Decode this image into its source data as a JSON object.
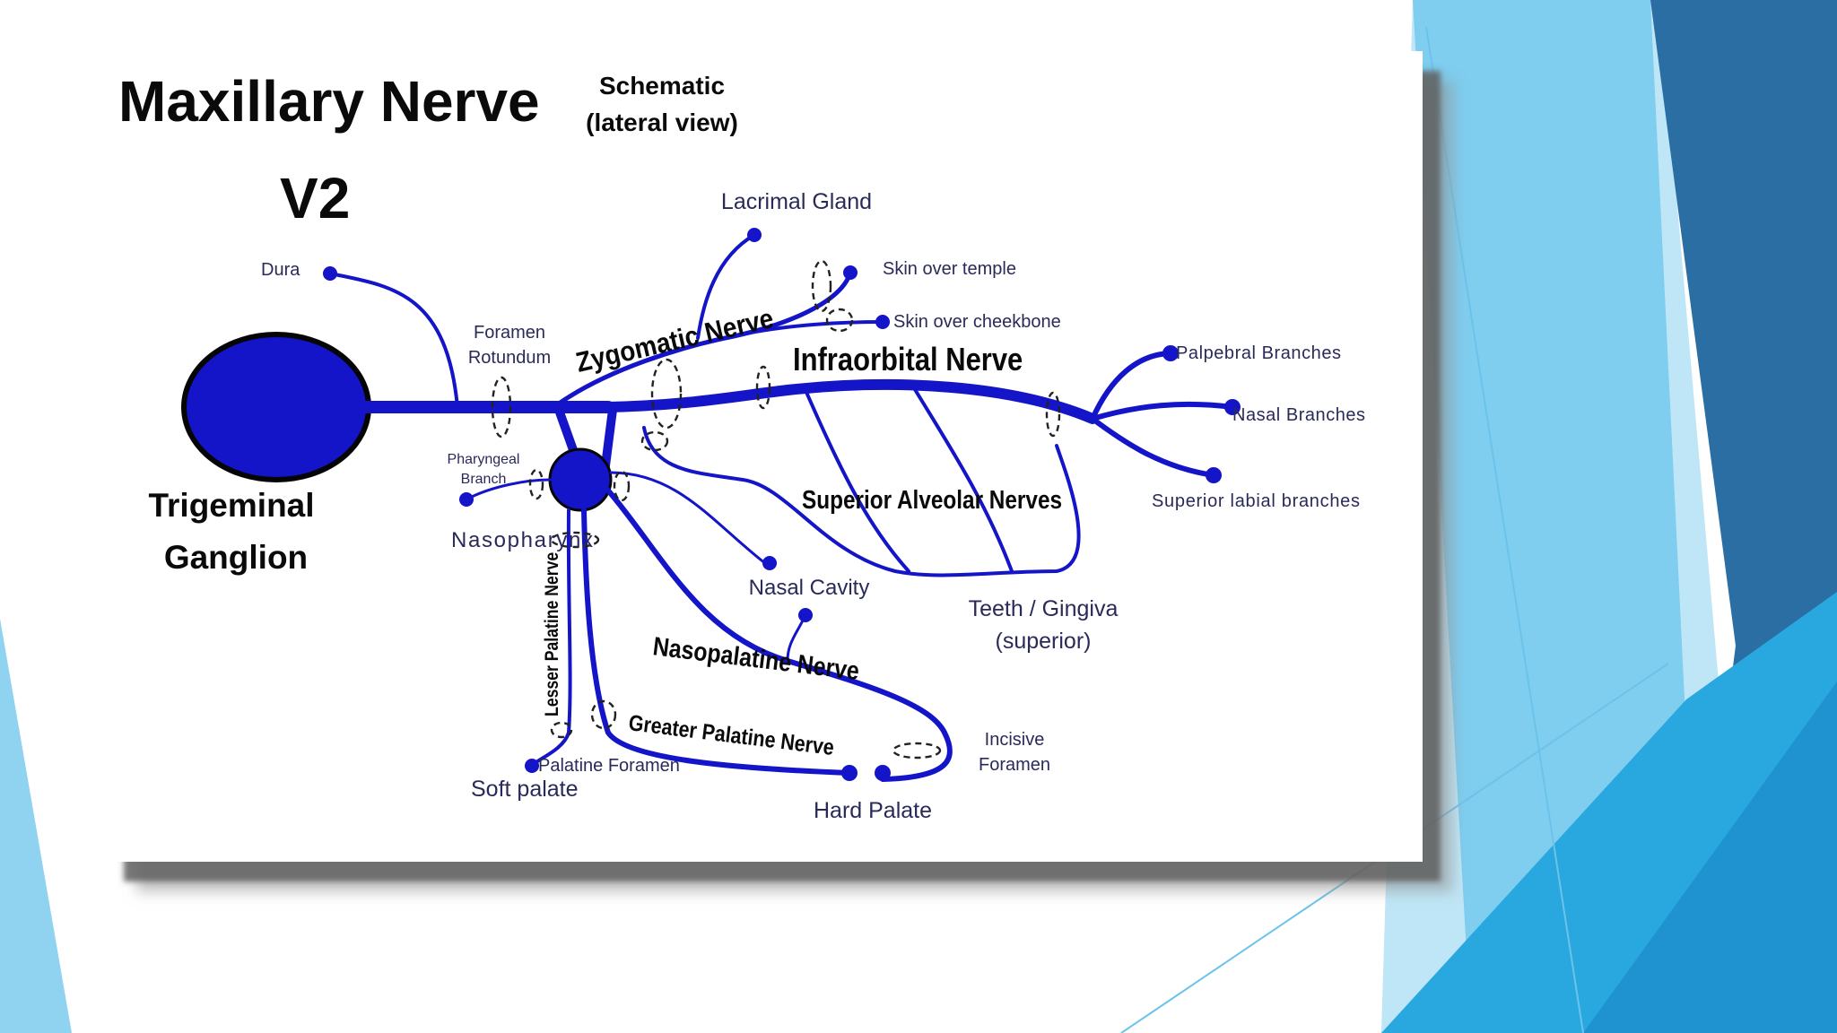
{
  "colors": {
    "nerve": "#1414c8",
    "heading": "#0a0a0a",
    "label": "#2a2a5a",
    "accent_light": "#7fcdef",
    "accent_mid": "#29a8e0",
    "accent_dark": "#2a6ea3"
  },
  "diagram": {
    "title_line1": "Maxillary Nerve",
    "title_line2": "V2",
    "subtitle_line1": "Schematic",
    "subtitle_line2": "(lateral view)",
    "ganglion_label_line1": "Trigeminal",
    "ganglion_label_line2": "Ganglion",
    "nerves": {
      "zygomatic": "Zygomatic Nerve",
      "infraorbital": "Infraorbital Nerve",
      "superior_alveolar": "Superior Alveolar Nerves",
      "nasopalatine": "Nasopalatine Nerve",
      "greater_palatine": "Greater Palatine Nerve",
      "lesser_palatine": "Lesser Palatine Nerve"
    },
    "labels": {
      "dura": "Dura",
      "foramen_rotundum_line1": "Foramen",
      "foramen_rotundum_line2": "Rotundum",
      "lacrimal_gland": "Lacrimal Gland",
      "skin_temple": "Skin over temple",
      "skin_cheekbone": "Skin over cheekbone",
      "palpebral": "Palpebral Branches",
      "nasal_branches": "Nasal Branches",
      "superior_labial": "Superior labial branches",
      "pharyngeal_line1": "Pharyngeal",
      "pharyngeal_line2": "Branch",
      "nasopharynx": "Nasopharynx",
      "nasal_cavity": "Nasal Cavity",
      "teeth_line1": "Teeth / Gingiva",
      "teeth_line2": "(superior)",
      "incisive_line1": "Incisive",
      "incisive_line2": "Foramen",
      "palatine_foramen": "Palatine Foramen",
      "soft_palate": "Soft palate",
      "hard_palate": "Hard Palate"
    }
  }
}
